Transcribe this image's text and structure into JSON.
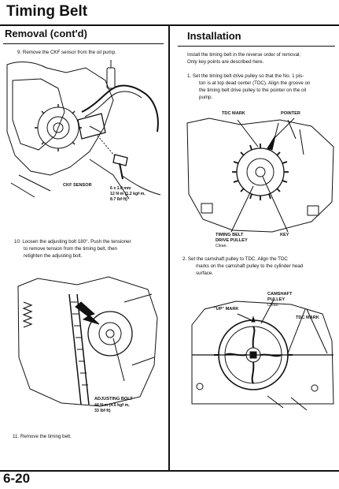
{
  "page": {
    "title": "Timing Belt",
    "page_number": "6-20"
  },
  "removal": {
    "heading": "Removal (cont'd)",
    "step9": "9.   Remove the CKF sensor from the oil pump.",
    "fig1_label_sensor": "CKF SENSOR",
    "fig1_bolt_size": "6 x 1.0 mm",
    "fig1_torque_1": "12 N·m (1.2 kgf·m,",
    "fig1_torque_2": "8.7 lbf·ft)",
    "step10_line1": "10.  Loosen the adjusting bolt 180°. Push the tensioner",
    "step10_line2": "to remove tension from the timing belt, then",
    "step10_line3": "retighten the adjusting bolt.",
    "fig2_label_bolt": "ADJUSTING BOLT",
    "fig2_torque_1": "44 N·m (4.5 kgf·m,",
    "fig2_torque_2": "33 lbf·ft)",
    "step11": "11.  Remove the timing belt."
  },
  "installation": {
    "heading": "Installation",
    "intro1": "Install the timing belt in the reverse order of removal;",
    "intro2": "Only key points are described here.",
    "step1_line1": "1.   Set the timing belt drive pulley so that the No. 1 pis-",
    "step1_line2": "ton is at top dead center (TDC). Align the groove on",
    "step1_line3": "the timing belt drive pulley to the pointer on the oil",
    "step1_line4": "pump.",
    "fig3_tdc": "TDC MARK",
    "fig3_pointer": "POINTER",
    "fig3_pulley_1": "TIMING BELT",
    "fig3_pulley_2": "DRIVE PULLEY",
    "fig3_clean": "Clean.",
    "fig3_key": "KEY",
    "step2_line1": "2.   Set the camshaft pulley to TDC. Align the TDC",
    "step2_line2": "marks on the camshaft pulley to the cylinder head",
    "step2_line3": "surface.",
    "fig4_cam_1": "CAMSHAFT",
    "fig4_cam_2": "PULLEY",
    "fig4_clean": "Clean.",
    "fig4_up": "\"UP\" MARK",
    "fig4_tdc": "TDC MARK"
  }
}
